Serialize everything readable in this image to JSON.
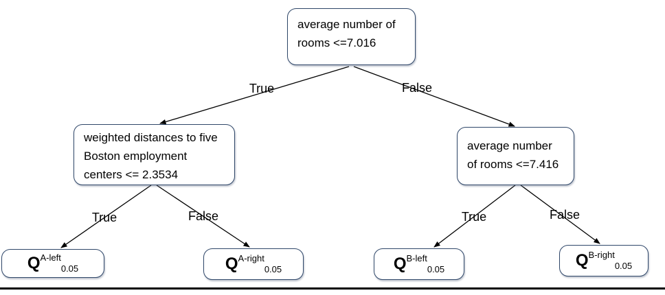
{
  "diagram": {
    "type": "decision-tree",
    "colors": {
      "node_border": "#2e4668",
      "edge_line": "#000000",
      "text": "#000000",
      "background": "#ffffff"
    },
    "nodes": {
      "root": {
        "label": "average number of\nrooms <=7.016"
      },
      "left": {
        "label": "weighted distances to five\nBoston employment\ncenters <= 2.3534"
      },
      "right": {
        "label": "average number\nof rooms <=7.416"
      },
      "leaves": [
        {
          "q": "Q",
          "sup": "A-left",
          "sub": "0.05"
        },
        {
          "q": "Q",
          "sup": "A-right",
          "sub": "0.05"
        },
        {
          "q": "Q",
          "sup": "B-left",
          "sub": "0.05"
        },
        {
          "q": "Q",
          "sup": "B-right",
          "sub": "0.05"
        }
      ]
    },
    "edges": [
      {
        "from": "root",
        "to": "left",
        "label": "True"
      },
      {
        "from": "root",
        "to": "right",
        "label": "False"
      },
      {
        "from": "left",
        "to": "leaf-a-left",
        "label": "True"
      },
      {
        "from": "left",
        "to": "leaf-a-right",
        "label": "False"
      },
      {
        "from": "right",
        "to": "leaf-b-left",
        "label": "True"
      },
      {
        "from": "right",
        "to": "leaf-b-right",
        "label": "False"
      }
    ]
  }
}
